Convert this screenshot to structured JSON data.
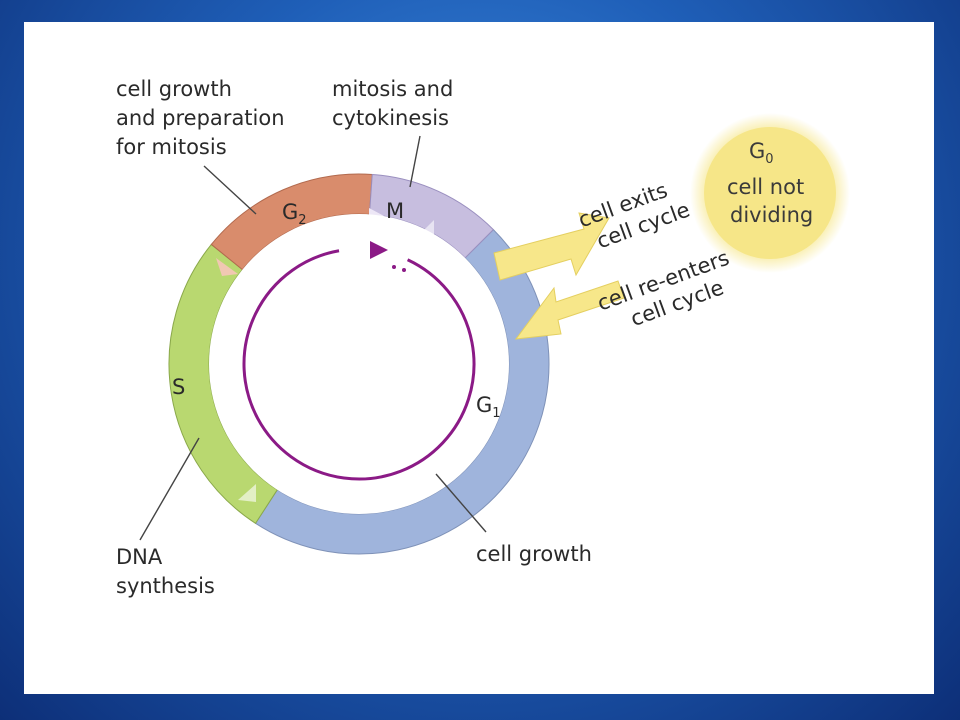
{
  "phases": {
    "g1": {
      "letter": "G",
      "sub": "1",
      "color": "#9fb4dc"
    },
    "s": {
      "letter": "S",
      "color": "#b9d870"
    },
    "g2": {
      "letter": "G",
      "sub": "2",
      "color": "#d98c6c"
    },
    "m": {
      "letter": "M",
      "color": "#c7bedf"
    }
  },
  "g0": {
    "letter": "G",
    "sub": "0",
    "line1": "cell not",
    "line2": "dividing",
    "color": "#f6e688"
  },
  "labels": {
    "g2_desc": [
      "cell growth",
      "and preparation",
      "for mitosis"
    ],
    "m_desc": [
      "mitosis and",
      "cytokinesis"
    ],
    "s_desc": [
      "DNA",
      "synthesis"
    ],
    "g1_desc": [
      "cell growth"
    ],
    "exit": [
      "cell exits",
      "cell cycle"
    ],
    "reenter": [
      "cell re-enters",
      "cell cycle"
    ]
  },
  "colors": {
    "arrow_fill": "#f7e78a",
    "cycle_arrow": "#8b1a86",
    "outline": "#7a8aa8"
  }
}
